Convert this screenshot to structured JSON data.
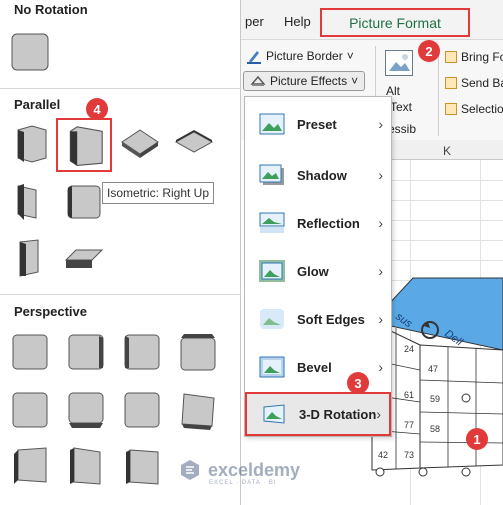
{
  "ribbon": {
    "tab_partial": "per",
    "tab_help": "Help",
    "tab_picture_format": "Picture Format",
    "picture_border": "Picture Border",
    "picture_effects": "Picture Effects",
    "alt": "Alt",
    "text": "Text",
    "accessib": "essib",
    "bring_forward": "Bring Fo",
    "send_backward": "Send Ba",
    "selection": "Selectio",
    "chevron": "˅"
  },
  "sheet": {
    "column_k": "K"
  },
  "gallery": {
    "no_rotation": "No Rotation",
    "parallel": "Parallel",
    "perspective": "Perspective",
    "tooltip": "Isometric: Right Up"
  },
  "effects_menu": {
    "items": [
      {
        "label": "Preset",
        "key": "P"
      },
      {
        "label": "Shadow",
        "key": "S"
      },
      {
        "label": "Reflection",
        "key": "R"
      },
      {
        "label": "Glow",
        "key": "G"
      },
      {
        "label": "Soft Edges",
        "key": "E"
      },
      {
        "label": "Bevel",
        "key": "B"
      },
      {
        "label": "3-D Rotation",
        "key": "D"
      }
    ],
    "chevron": "›"
  },
  "cube_labels": {
    "top_left": "sus",
    "top_right": "Dell",
    "faces": [
      "24",
      "47",
      "61",
      "59",
      "77",
      "58",
      "73",
      "42"
    ]
  },
  "badges": [
    "1",
    "2",
    "3",
    "4"
  ],
  "watermark": {
    "name": "exceldemy",
    "tagline": "EXCEL · DATA · BI"
  },
  "colors": {
    "accent_red": "#e23a3a",
    "excel_green": "#1e7145",
    "badge_red": "#e03a3a"
  }
}
